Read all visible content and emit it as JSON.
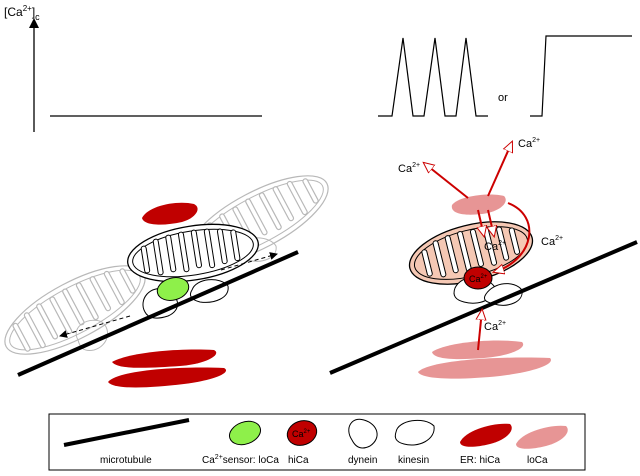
{
  "axis": {
    "label_main": "[Ca",
    "label_sup": "2+",
    "label_sub": "c",
    "label_close": "]"
  },
  "traces": {
    "connector": "or"
  },
  "ions": {
    "top_left": "Ca",
    "top_right": "Ca",
    "right": "Ca",
    "mito": "Ca",
    "bottom": "Ca",
    "in_dynein": "Ca",
    "charge": "2+"
  },
  "legend": {
    "microtubule": "microtubule",
    "sensor_prefix": "Ca",
    "sensor_sup": "2+",
    "sensor_suffix": "sensor: loCa",
    "hica": "hiCa",
    "hica_icon_text": "Ca",
    "hica_icon_sup": "2+",
    "dynein": "dynein",
    "kinesin": "kinesin",
    "er_hica": "ER: hiCa",
    "er_loca": "loCa"
  },
  "colors": {
    "ink": "#000000",
    "ca_red": "#cc0000",
    "er_dark": "#c00000",
    "er_light": "#e79595",
    "mito_fill": "#f5c8b4",
    "sensor_green": "#8ef04a",
    "ghost": "#b8b8b8"
  }
}
